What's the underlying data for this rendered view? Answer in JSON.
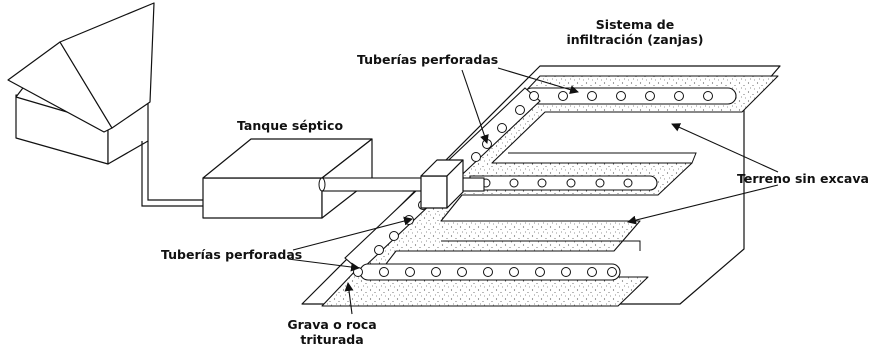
{
  "labels": {
    "infiltration_system": {
      "line1": "Sistema de",
      "line2": "infiltración (zanjas)"
    },
    "perforated_pipes_top": "Tuberías perforadas",
    "septic_tank": "Tanque séptico",
    "unexcavated_ground": "Terreno sin excavar",
    "perforated_pipes_bottom": "Tuberías perforadas",
    "gravel": {
      "line1": "Grava o roca",
      "line2": "triturada"
    }
  },
  "icons": {
    "house": "house-icon",
    "septic_tank": "septic-tank-icon",
    "distribution_box": "distribution-box-icon",
    "trenches": "trench-icon",
    "pipe": "perforated-pipe-icon",
    "arrow": "arrow-icon"
  },
  "colors": {
    "line": "#111111",
    "fill": "#ffffff",
    "gravel_dots": "#555555"
  }
}
